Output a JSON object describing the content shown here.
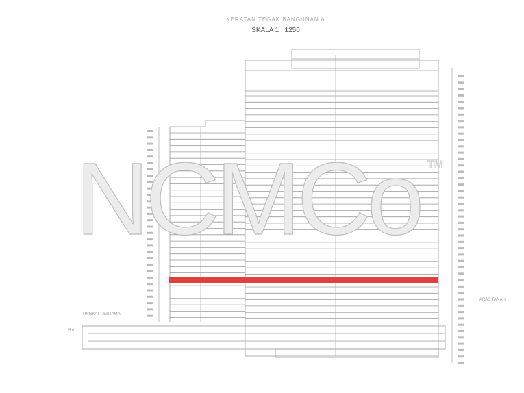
{
  "drawing": {
    "title": "KERATAN TEGAK BANGUNAN A",
    "scale": "SKALA 1 : 1250",
    "watermark": "NCMCo",
    "trademark": "TM",
    "ground_label": "TINGKAT PERTAMA",
    "right_label": "ARAS TANAH",
    "dim_label": "5.0",
    "highlight_color": "#e0403f",
    "line_color": "#9a9a9a",
    "highlighted_floor_index": 24
  }
}
